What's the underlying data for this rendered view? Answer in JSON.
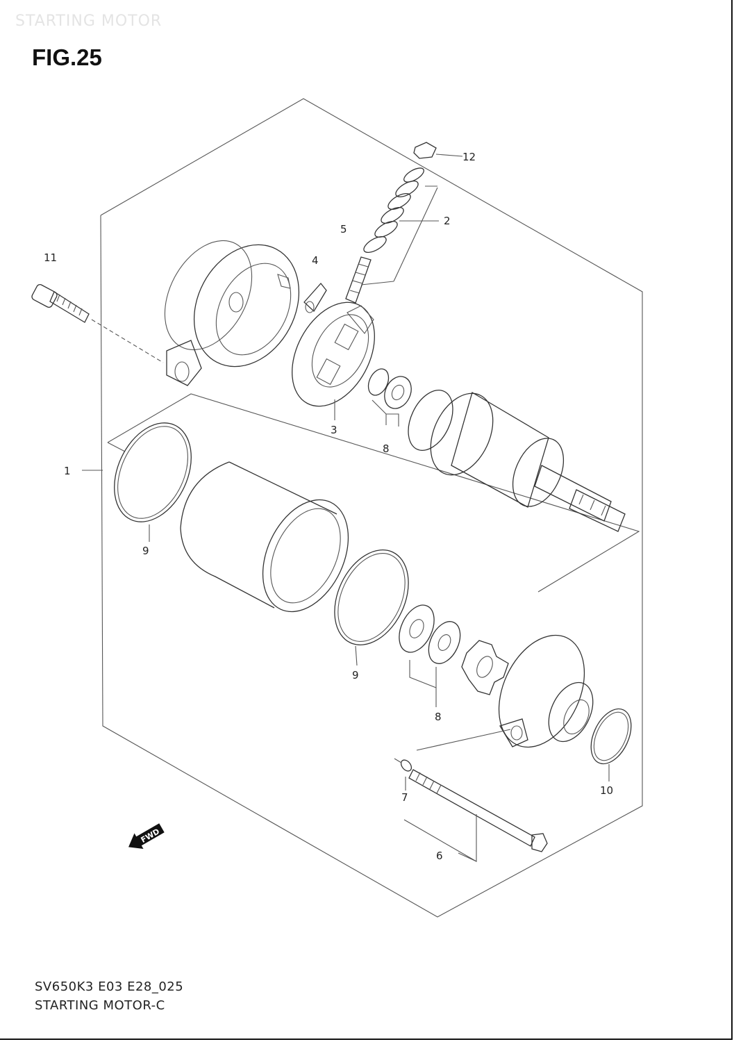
{
  "header": {
    "watermark": "STARTING MOTOR",
    "fig_title": "FIG.25"
  },
  "footer": {
    "code": "SV650K3 E03 E28_025",
    "name": "STARTING MOTOR-C"
  },
  "callouts": {
    "c1": "1",
    "c2": "2",
    "c3": "3",
    "c4": "4",
    "c5": "5",
    "c6": "6",
    "c7": "7",
    "c8a": "8",
    "c8b": "8",
    "c9a": "9",
    "c9b": "9",
    "c10": "10",
    "c11": "11",
    "c12": "12"
  },
  "fwd_arrow": {
    "label": "FWD",
    "icon": "fwd-arrow-icon"
  }
}
